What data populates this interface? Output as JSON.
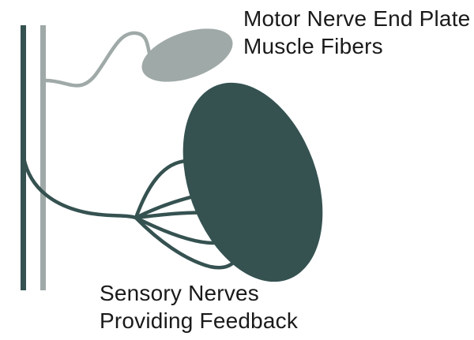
{
  "labels": {
    "motor": {
      "line1": "Motor Nerve End Plate",
      "line2": "Muscle Fibers"
    },
    "sensory": {
      "line1": "Sensory Nerves",
      "line2": "Providing Feedback"
    }
  },
  "colors": {
    "sensory_dark": "#355251",
    "motor_light": "#9fa9a8",
    "background": "#ffffff",
    "text": "#1a1a1a"
  }
}
